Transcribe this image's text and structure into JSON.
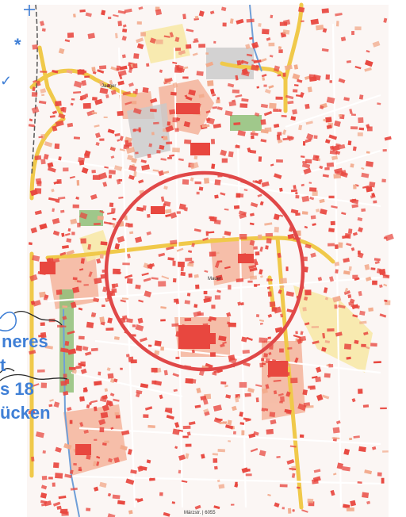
{
  "map": {
    "labels": {
      "district": "Jaeger",
      "street": "Mauer",
      "bottom_road": "Märzstr. | 6055"
    },
    "highlight_circle": {
      "color": "#e04848"
    }
  },
  "handwriting": {
    "line1": "neres",
    "line2": "t",
    "line3": "s 18",
    "line4": "ücken",
    "top_symbol": "*",
    "check_symbol": "✓"
  },
  "colors": {
    "building_red": "#e8473f",
    "building_orange": "#f2a98a",
    "road_yellow": "#f2d15b",
    "green": "#7fb069",
    "water_blue": "#6f9fd8",
    "pen_blue": "#3f7fd6"
  }
}
